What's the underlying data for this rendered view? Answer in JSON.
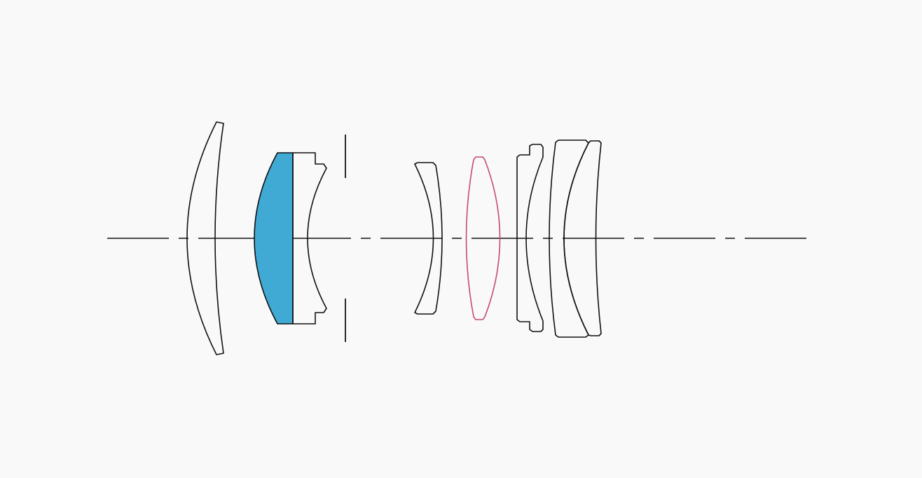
{
  "diagram": {
    "kind": "lens optical construction",
    "elements": [
      {
        "id": "front-meniscus",
        "style": "outline"
      },
      {
        "id": "special-element-blue",
        "style": "filled",
        "special": true
      },
      {
        "id": "cemented-negative",
        "style": "outline"
      },
      {
        "id": "aperture-stop",
        "style": "stop"
      },
      {
        "id": "middle-meniscus",
        "style": "outline"
      },
      {
        "id": "special-element-pink",
        "style": "outline-colored",
        "special": true
      },
      {
        "id": "rear-meniscus",
        "style": "outline"
      },
      {
        "id": "rear-doublet-front",
        "style": "outline"
      },
      {
        "id": "rear-doublet-back",
        "style": "outline"
      }
    ]
  },
  "colors": {
    "background": "#f9f9f9",
    "outline": "#111111",
    "special_blue_fill": "#40a9d4",
    "special_pink_stroke": "#c5487a"
  }
}
